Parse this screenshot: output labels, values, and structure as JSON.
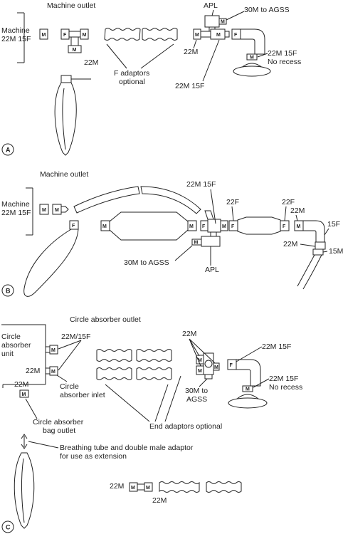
{
  "panels": {
    "a": {
      "letter": "A",
      "machine_outlet": "Machine outlet",
      "machine_l1": "Machine",
      "machine_l2": "22M 15F",
      "adaptor_22m": "22M",
      "f_adaptors_l1": "F adaptors",
      "f_adaptors_l2": "optional",
      "apl": "APL",
      "agss": "30M to AGSS",
      "valve_22m": "22M",
      "valve_22m15f": "22M 15F",
      "mask_l1": "22M 15F",
      "mask_l2": "No recess"
    },
    "b": {
      "letter": "B",
      "machine_outlet": "Machine outlet",
      "machine_l1": "Machine",
      "machine_l2": "22M 15F",
      "top_22m15f": "22M 15F",
      "agss": "30M to AGSS",
      "apl": "APL",
      "f1": "22F",
      "f2": "22F",
      "m_22m": "22M",
      "elbow_15f": "15F",
      "elbow_22m": "22M",
      "tube_15m": "15M"
    },
    "c": {
      "letter": "C",
      "outlet": "Circle absorber outlet",
      "unit_l1": "Circle",
      "unit_l2": "absorber",
      "unit_l3": "unit",
      "c22m15f": "22M/15F",
      "c22m_a": "22M",
      "c22m_b": "22M",
      "inlet_l1": "Circle",
      "inlet_l2": "absorber inlet",
      "bag_outlet_l1": "Circle absorber",
      "bag_outlet_l2": "bag outlet",
      "end_adaptors": "End adaptors optional",
      "valve_22m": "22M",
      "agss_l1": "30M to",
      "agss_l2": "AGSS",
      "valve_22m15f": "22M 15F",
      "mask_l1": "22M 15F",
      "mask_l2": "No recess",
      "ext_l1": "Breathing tube and double male adaptor",
      "ext_l2": "for use as extension",
      "dm_22m_a": "22M",
      "dm_22m_b": "22M"
    }
  },
  "mark_m": "M",
  "mark_f": "F"
}
